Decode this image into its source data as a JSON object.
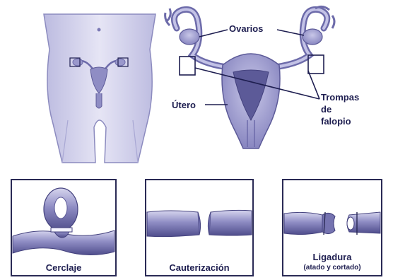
{
  "labels": {
    "ovarios": "Ovarios",
    "utero": "Útero",
    "trompas_1": "Trompas",
    "trompas_2": "de",
    "trompas_3": "falopio"
  },
  "panels": [
    {
      "caption": "Cerclaje"
    },
    {
      "caption": "Cauterización"
    },
    {
      "caption": "Ligadura",
      "sub": "(atado y cortado)"
    }
  ],
  "colors": {
    "ink": "#1e1e50",
    "tissue": "#8e8cc2",
    "tissue_light": "#c9c8e6",
    "tissue_dark": "#5c5a98",
    "frame": "#2a2a55"
  }
}
